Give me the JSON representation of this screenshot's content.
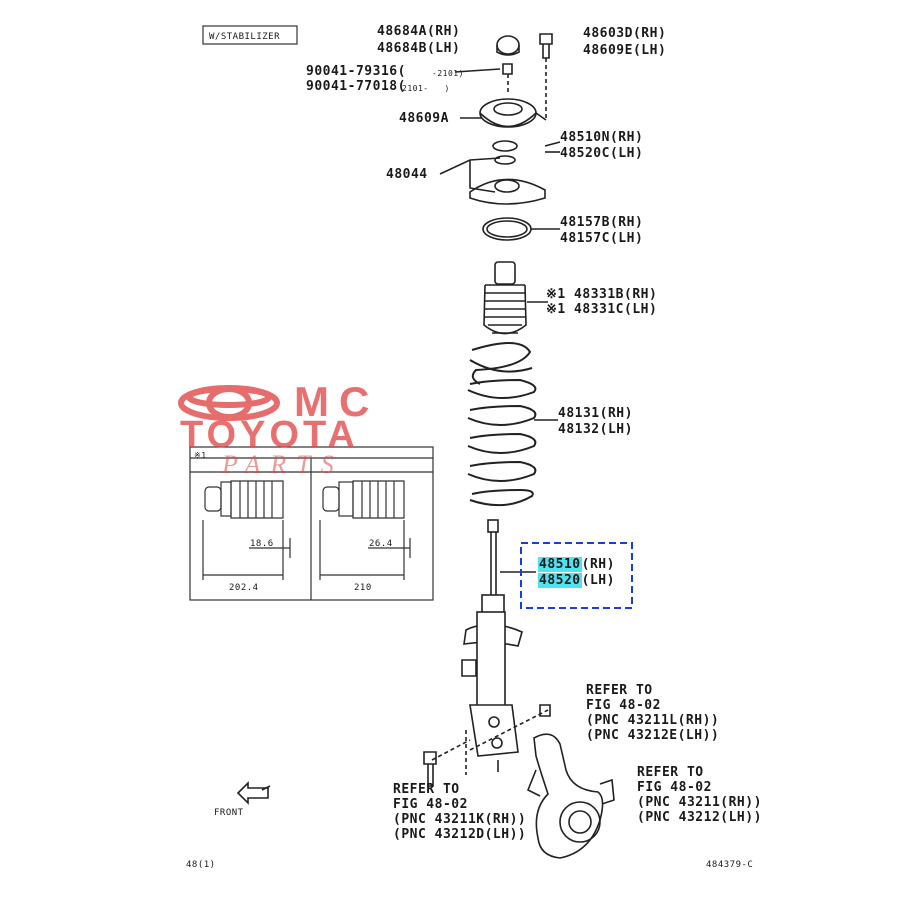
{
  "tag": "W/STABILIZER",
  "parts": {
    "p48684": [
      "48684A(RH)",
      "48684B(LH)"
    ],
    "p48603": [
      "48603D(RH)",
      "48609E(LH)"
    ],
    "bolt": [
      "90041-79316(",
      "90041-77018("
    ],
    "bolt_dates": [
      "-2101)",
      "2101-   )"
    ],
    "p48609a": "48609A",
    "p48510n": [
      "48510N(RH)",
      "48520C(LH)"
    ],
    "p48044": "48044",
    "p48157": [
      "48157B(RH)",
      "48157C(LH)"
    ],
    "p48331": [
      "※1 48331B(RH)",
      "※1 48331C(LH)"
    ],
    "p48131": [
      "48131(RH)",
      "48132(LH)"
    ],
    "p48510_num": [
      "48510",
      "48520"
    ],
    "p48510_side": [
      "(RH)",
      "(LH)"
    ]
  },
  "refs": {
    "upper": [
      "REFER TO",
      "FIG 48-02",
      "(PNC 43211L(RH))",
      "(PNC 43212E(LH))"
    ],
    "lower_left": [
      "REFER TO",
      "FIG 48-02",
      "(PNC 43211K(RH))",
      "(PNC 43212D(LH))"
    ],
    "lower_right": [
      "REFER TO",
      "FIG 48-02",
      "(PNC 43211(RH))",
      "(PNC 43212(LH))"
    ]
  },
  "inset": {
    "note": "※1",
    "left_dim_small": "18.6",
    "left_dim_total": "202.4",
    "right_dim_small": "26.4",
    "right_dim_total": "210"
  },
  "front_label": "FRONT",
  "page_code_left": "48(1)",
  "page_code_right": "484379-C",
  "watermark": {
    "line1": "MC",
    "line2": "TOYOTA",
    "line3": "PARTS"
  },
  "colors": {
    "highlight": "#4fe3f0",
    "dashed_box": "#1a3fd8",
    "watermark": "#e24848"
  }
}
